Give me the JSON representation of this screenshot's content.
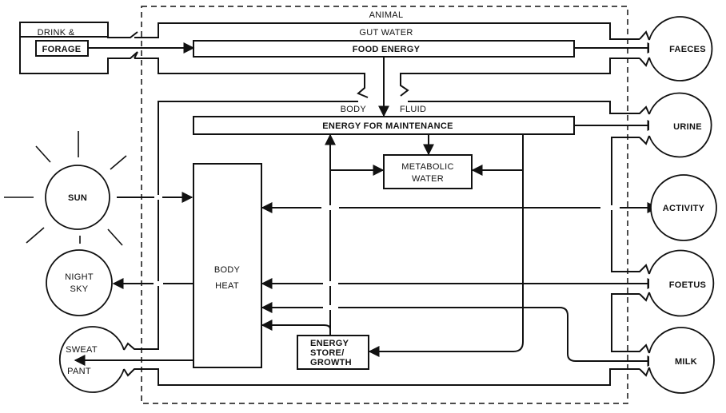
{
  "diagram": {
    "title": "Animal energy and water flow",
    "boundary_label": "ANIMAL",
    "compartments": {
      "gut_water": "GUT WATER",
      "food_energy": "FOOD ENERGY",
      "body_fluid_left": "BODY",
      "body_fluid_right": "FLUID",
      "energy_for_maintenance": "ENERGY FOR MAINTENANCE",
      "metabolic_water_line1": "METABOLIC",
      "metabolic_water_line2": "WATER",
      "body_heat_line1": "BODY",
      "body_heat_line2": "HEAT",
      "energy_store_line1": "ENERGY",
      "energy_store_line2": "STORE/",
      "energy_store_line3": "GROWTH"
    },
    "inputs": {
      "drink": "DRINK &",
      "forage": "FORAGE",
      "sun": "SUN"
    },
    "outputs": {
      "faeces": "FAECES",
      "urine": "URINE",
      "activity": "ACTIVITY",
      "foetus": "FOETUS",
      "milk": "MILK",
      "night_sky_line1": "NIGHT",
      "night_sky_line2": "SKY",
      "sweat": "SWEAT",
      "pant": "PANT"
    }
  }
}
